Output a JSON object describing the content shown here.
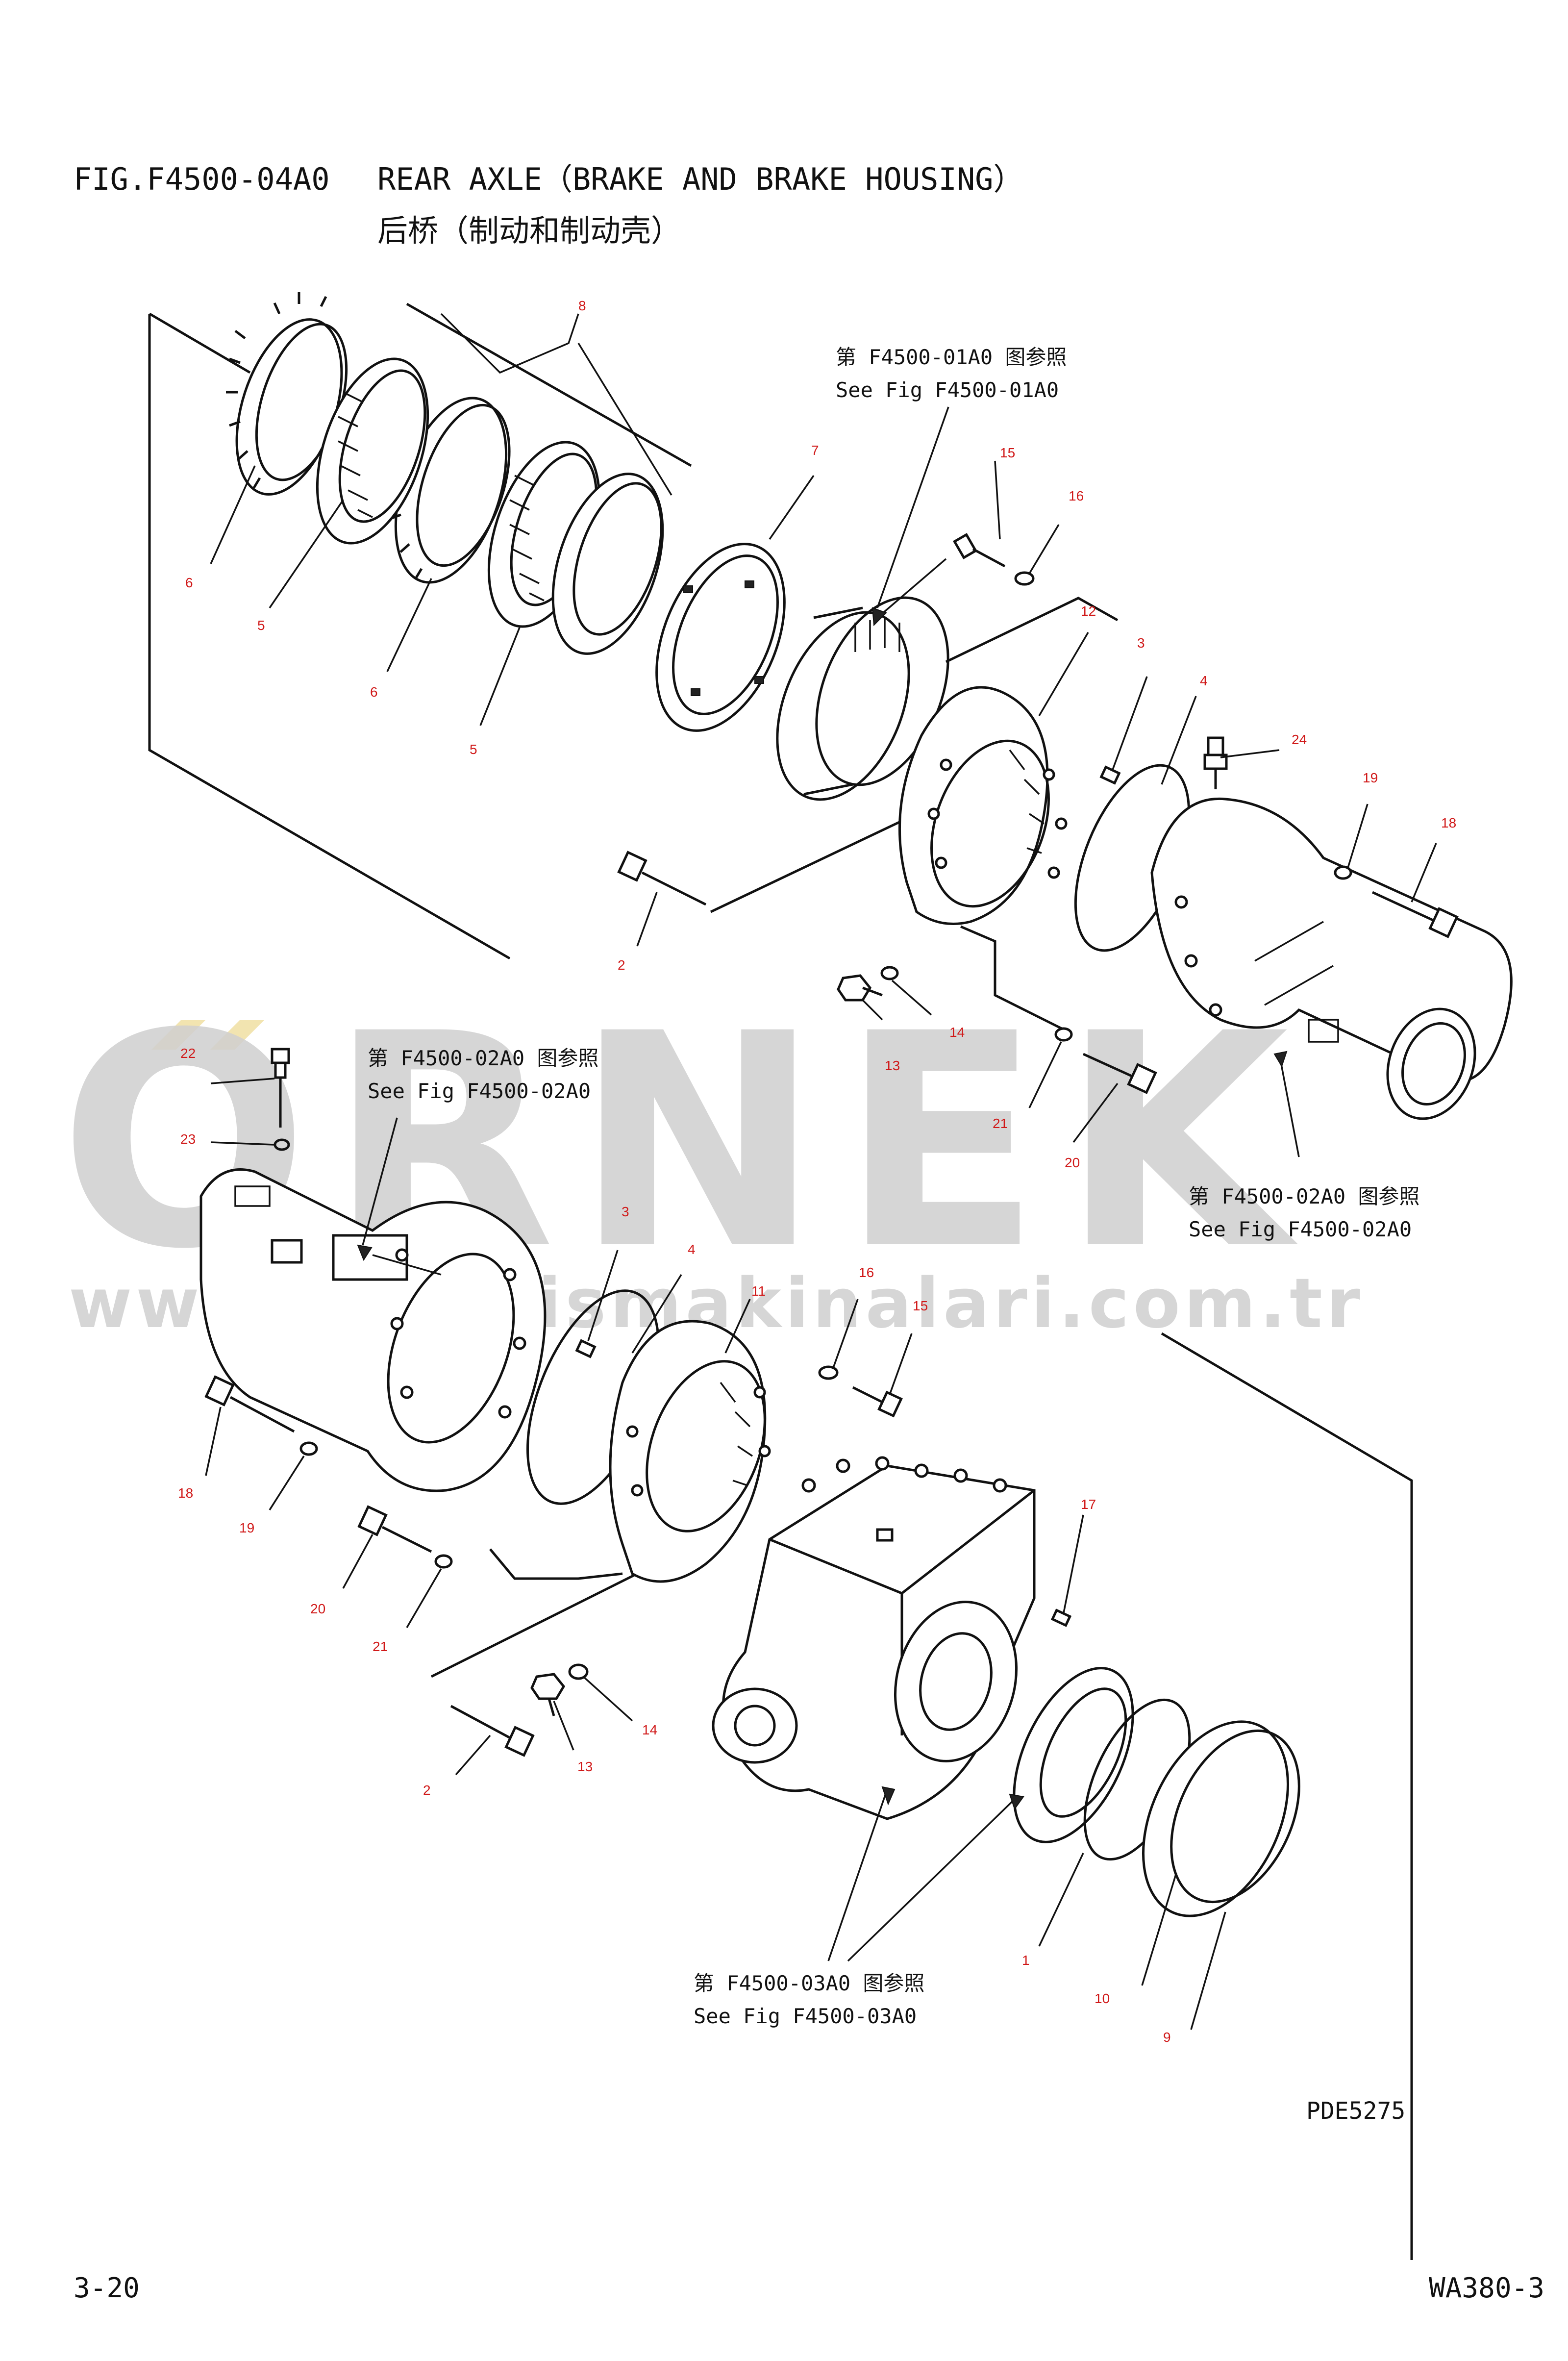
{
  "header": {
    "fig_code": "FIG.F4500-04A0",
    "title_en": "REAR AXLE（BRAKE AND BRAKE HOUSING）",
    "title_cn": "后桥（制动和制动壳）"
  },
  "references": [
    {
      "cn": "第 F4500-01A0 图参照",
      "en": "See Fig F4500-01A0"
    },
    {
      "cn": "第 F4500-02A0 图参照",
      "en": "See Fig F4500-02A0"
    },
    {
      "cn": "第 F4500-02A0 图参照",
      "en": "See Fig F4500-02A0"
    },
    {
      "cn": "第 F4500-03A0 图参照",
      "en": "See Fig F4500-03A0"
    }
  ],
  "part_numbers": {
    "upper": [
      "8",
      "6",
      "5",
      "6",
      "5",
      "7",
      "15",
      "16",
      "12",
      "3",
      "4",
      "24",
      "19",
      "18",
      "2",
      "13",
      "14",
      "21",
      "20"
    ],
    "lower": [
      "22",
      "23",
      "3",
      "4",
      "11",
      "16",
      "15",
      "18",
      "19",
      "20",
      "21",
      "2",
      "13",
      "14",
      "17",
      "1",
      "10",
      "9"
    ]
  },
  "watermark": {
    "logo": "ORNEK",
    "url": "www.ornekismakinalari.com.tr"
  },
  "drawing_code": "PDE5275",
  "footer": {
    "page": "3-20",
    "model": "WA380-3"
  },
  "colors": {
    "ink": "#111111",
    "part_number": "#d01818",
    "watermark_gray": "#d0d0d0",
    "watermark_accent": "#f2e4b0"
  }
}
